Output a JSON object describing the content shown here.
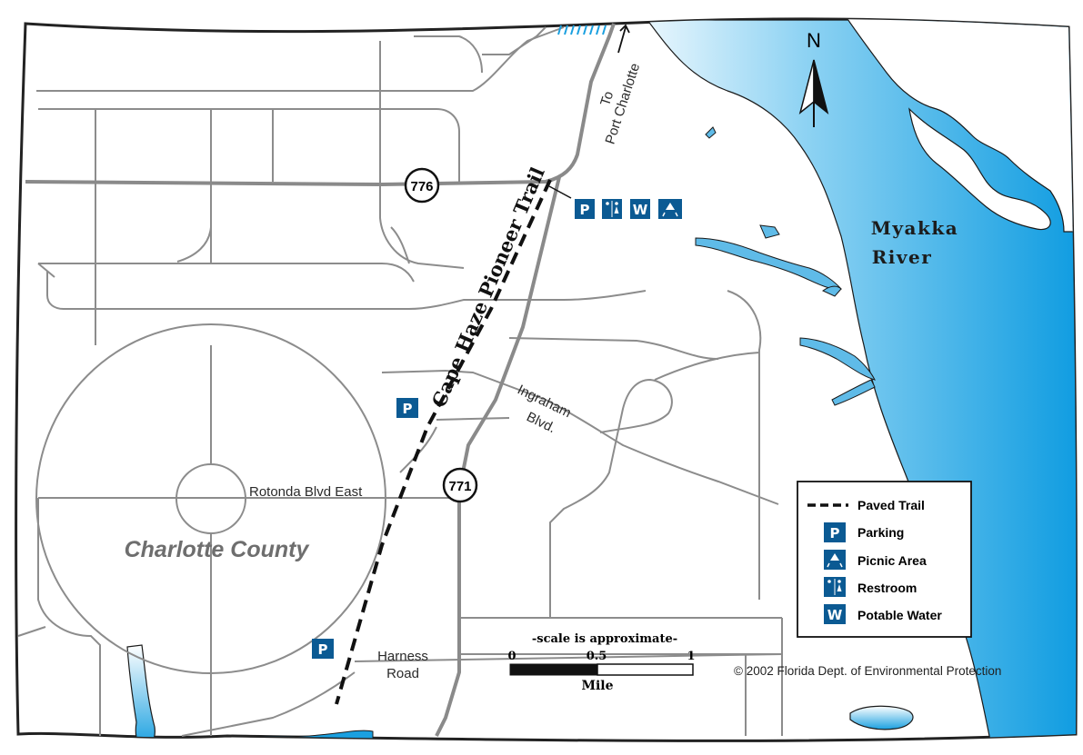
{
  "map": {
    "county_label": "Charlotte County",
    "river_label_line1": "Myakka",
    "river_label_line2": "River",
    "north_label": "N",
    "trail_label": "Cape Haze Pioneer Trail",
    "to_label_line1": "To",
    "to_label_line2": "Port Charlotte",
    "route_776": "776",
    "route_771": "771",
    "ingraham_line1": "Ingraham",
    "ingraham_line2": "Blvd.",
    "rotonda_label": "Rotonda Blvd East",
    "harness_line1": "Harness",
    "harness_line2": "Road",
    "copyright": "© 2002 Florida Dept. of Environmental Protection"
  },
  "scale": {
    "title": "-scale is approximate-",
    "tick_0": "0",
    "tick_mid": "0.5",
    "tick_1": "1",
    "unit": "Mile"
  },
  "legend": {
    "items": [
      {
        "label": "Paved Trail",
        "icon": "dashed-line-icon"
      },
      {
        "label": "Parking",
        "icon": "parking-icon",
        "glyph": "P"
      },
      {
        "label": "Picnic Area",
        "icon": "picnic-table-icon"
      },
      {
        "label": "Restroom",
        "icon": "restroom-icon"
      },
      {
        "label": "Potable Water",
        "icon": "water-icon",
        "glyph": "W"
      }
    ]
  },
  "colors": {
    "water": "#1fa0e0",
    "icon_fill": "#0b5a93",
    "road": "#8c8c8c",
    "trail": "#111111"
  }
}
